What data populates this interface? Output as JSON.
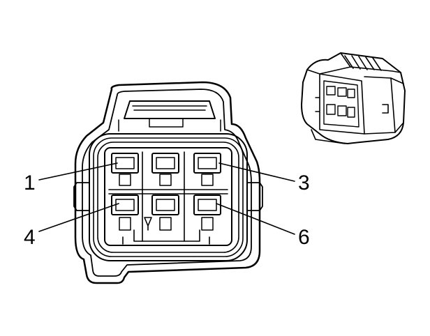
{
  "diagram": {
    "stroke_color": "#000000",
    "background": "#ffffff",
    "callouts": [
      {
        "id": "pin-1",
        "label": "1"
      },
      {
        "id": "pin-3",
        "label": "3"
      },
      {
        "id": "pin-4",
        "label": "4"
      },
      {
        "id": "pin-6",
        "label": "6"
      }
    ]
  }
}
